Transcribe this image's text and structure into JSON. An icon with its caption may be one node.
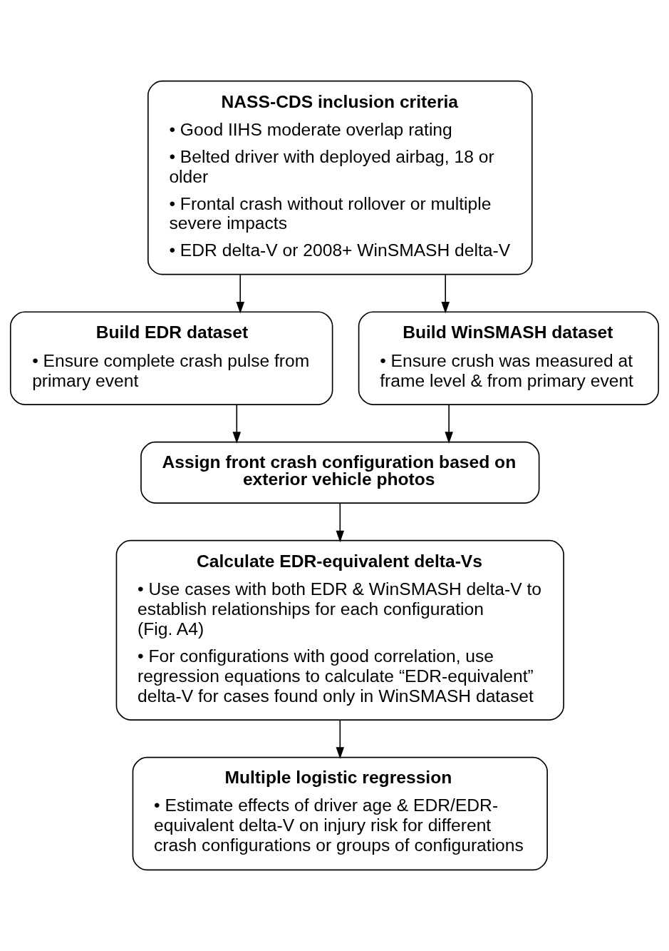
{
  "diagram": {
    "nodes": [
      {
        "text": [
          "NASS-CDS inclusion criteria",
          "• Good IIHS moderate overlap rating",
          "• Belted driver with deployed airbag, 18 or older",
          "• Frontal crash without rollover or multiple severe impacts",
          "• EDR delta-V or 2008+ WinSMASH delta-V"
        ]
      },
      {
        "text": [
          "Build EDR dataset",
          "• Ensure complete crash pulse from primary event"
        ]
      },
      {
        "text": [
          "Build WinSMASH dataset",
          "• Ensure crush was measured at frame level & from primary event"
        ]
      },
      {
        "text": [
          "Assign front crash configuration based on exterior vehicle photos"
        ]
      },
      {
        "text": [
          "Calculate EDR-equivalent delta-Vs",
          "• Use cases with both EDR & WinSMASH delta-V to establish relationships for each configuration (Fig. A4)",
          "• For configurations with good correlation, use regression equations to calculate “EDR-equivalent” delta-V for cases found only in WinSMASH dataset"
        ]
      },
      {
        "text": [
          "Multiple logistic regression",
          "• Estimate effects of driver age & EDR/EDR-equivalent delta-V on injury risk for different crash configurations or groups of configurations"
        ]
      }
    ],
    "edges": [
      {
        "from": 0,
        "to": 1,
        "arrow": "to"
      },
      {
        "from": 0,
        "to": 2,
        "arrow": "to"
      },
      {
        "from": 1,
        "to": 3,
        "arrow": "to"
      },
      {
        "from": 2,
        "to": 3,
        "arrow": "to"
      },
      {
        "from": 3,
        "to": 4,
        "arrow": "to"
      },
      {
        "from": 4,
        "to": 5,
        "arrow": "to"
      }
    ]
  }
}
